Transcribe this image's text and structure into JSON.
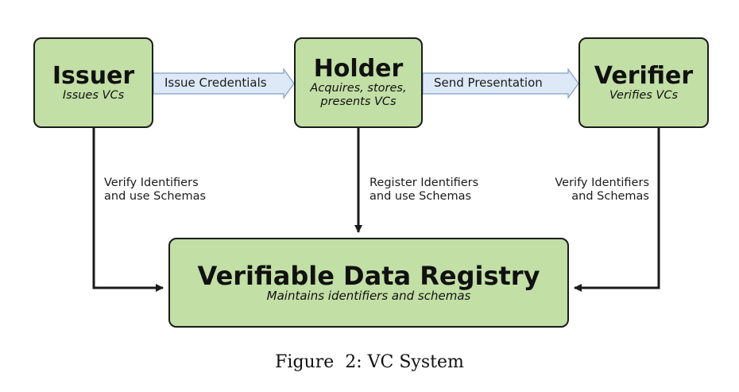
{
  "nodes": {
    "issuer": {
      "title": "Issuer",
      "subtitle": "Issues VCs"
    },
    "holder": {
      "title": "Holder",
      "subtitle": "Acquires, stores, presents VCs"
    },
    "verifier": {
      "title": "Verifier",
      "subtitle": "Verifies VCs"
    },
    "registry": {
      "title": "Verifiable Data Registry",
      "subtitle": "Maintains identifiers and schemas"
    }
  },
  "edges": {
    "issue_credentials": "Issue Credentials",
    "send_presentation": "Send Presentation",
    "issuer_registry": "Verify Identifiers\nand use Schemas",
    "holder_registry": "Register Identifiers\nand use Schemas",
    "verifier_registry": "Verify Identifiers\nand Schemas"
  },
  "caption": "Figure  2: VC System",
  "colors": {
    "node_fill": "#c2dfa6",
    "flow_arrow_fill": "#dde9f7",
    "stroke": "#1b1b1b"
  }
}
